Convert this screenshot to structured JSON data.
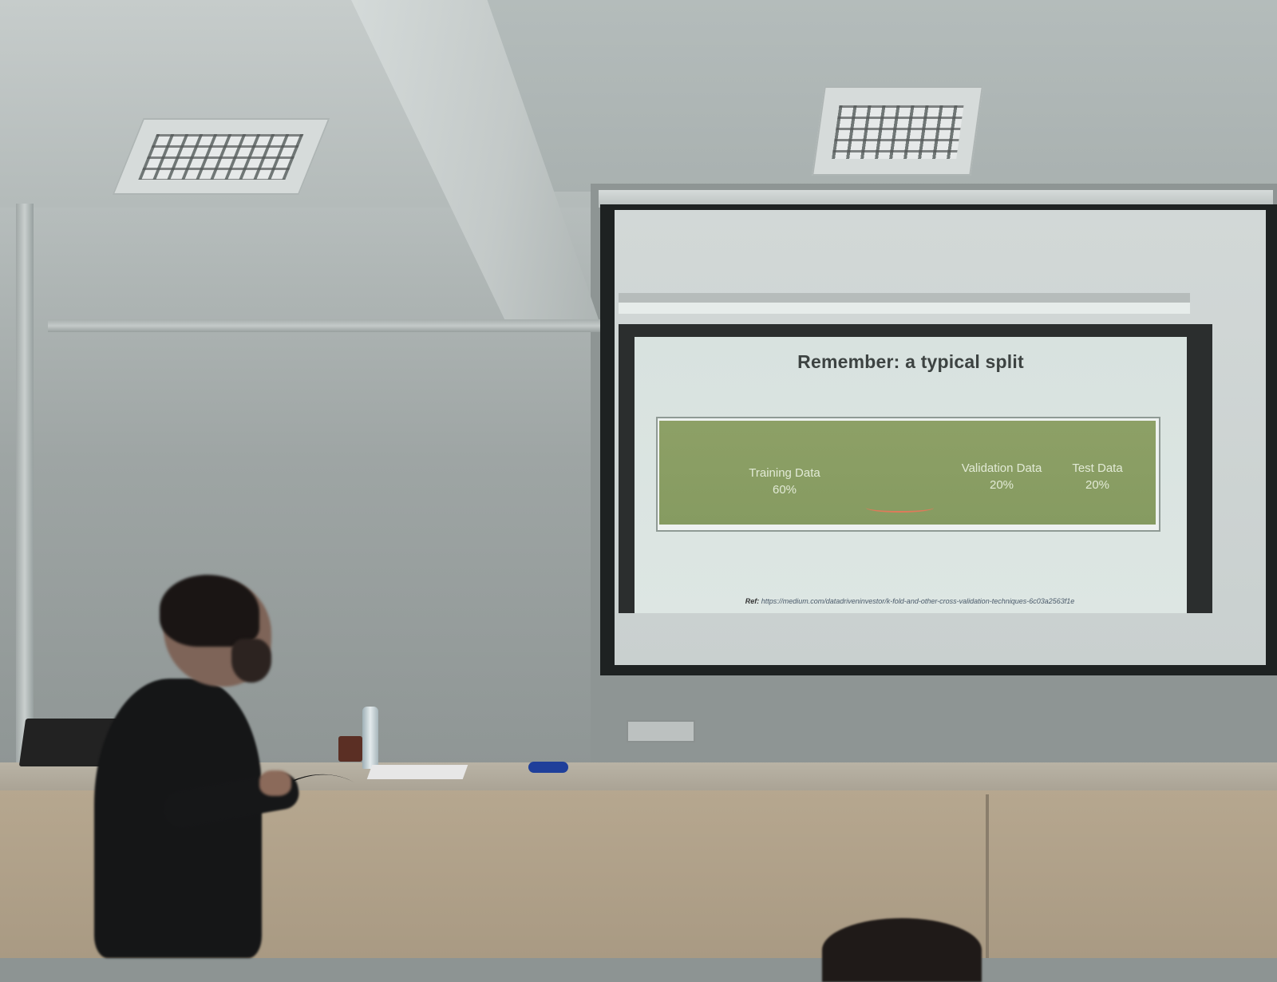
{
  "slide": {
    "title": "Remember: a typical split",
    "segments": [
      {
        "label": "Training Data",
        "value": "60%"
      },
      {
        "label": "Validation Data",
        "value": "20%"
      },
      {
        "label": "Test Data",
        "value": "20%"
      }
    ],
    "ref_label": "Ref:",
    "ref_url": "https://medium.com/datadriveninvestor/k-fold-and-other-cross-validation-techniques-6c03a2563f1e"
  },
  "colors": {
    "split_fill": "#8a9d64",
    "slide_background": "#dbe4e1",
    "screen_frame": "#1e2222"
  }
}
